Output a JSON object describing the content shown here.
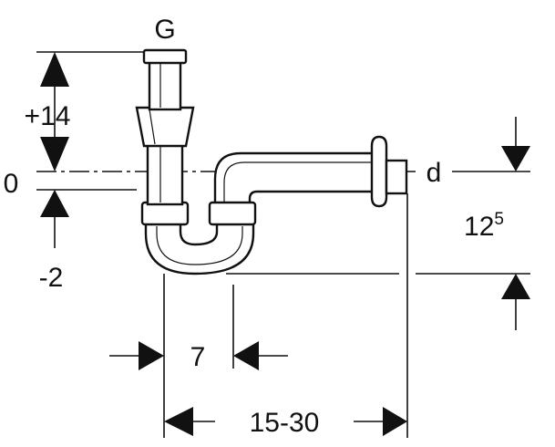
{
  "diagram": {
    "labels": {
      "g": "G",
      "plus14": "+14",
      "zero": "0",
      "minus2": "-2",
      "d": "d",
      "h125_base": "12",
      "h125_sup": "5",
      "seven": "7",
      "range": "15-30"
    },
    "colors": {
      "line": "#111111",
      "fill": "#ffffff"
    }
  }
}
